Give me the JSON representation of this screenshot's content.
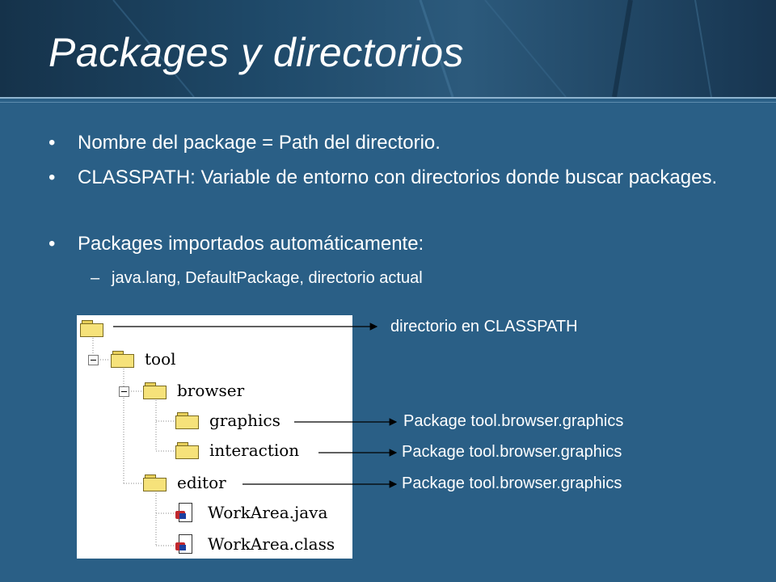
{
  "slide": {
    "title": "Packages y directorios",
    "bullets": [
      "Nombre del package = Path del directorio.",
      "CLASSPATH: Variable de entorno con directorios donde buscar packages.",
      "Packages importados automáticamente:"
    ],
    "bullet_symbol": "•",
    "sub_bullet": "java.lang, DefaultPackage, directorio actual",
    "sub_symbol": "–"
  },
  "tree": {
    "nodes": [
      "tool",
      "browser",
      "graphics",
      "interaction",
      "editor",
      "WorkArea.java",
      "WorkArea.class"
    ]
  },
  "annotations": [
    "directorio en CLASSPATH",
    "Package tool.browser.graphics",
    "Package tool.browser.graphics",
    "Package tool.browser.graphics"
  ],
  "colors": {
    "background": "#2a5f86",
    "header": "#1f4a6a",
    "text": "#ffffff"
  }
}
